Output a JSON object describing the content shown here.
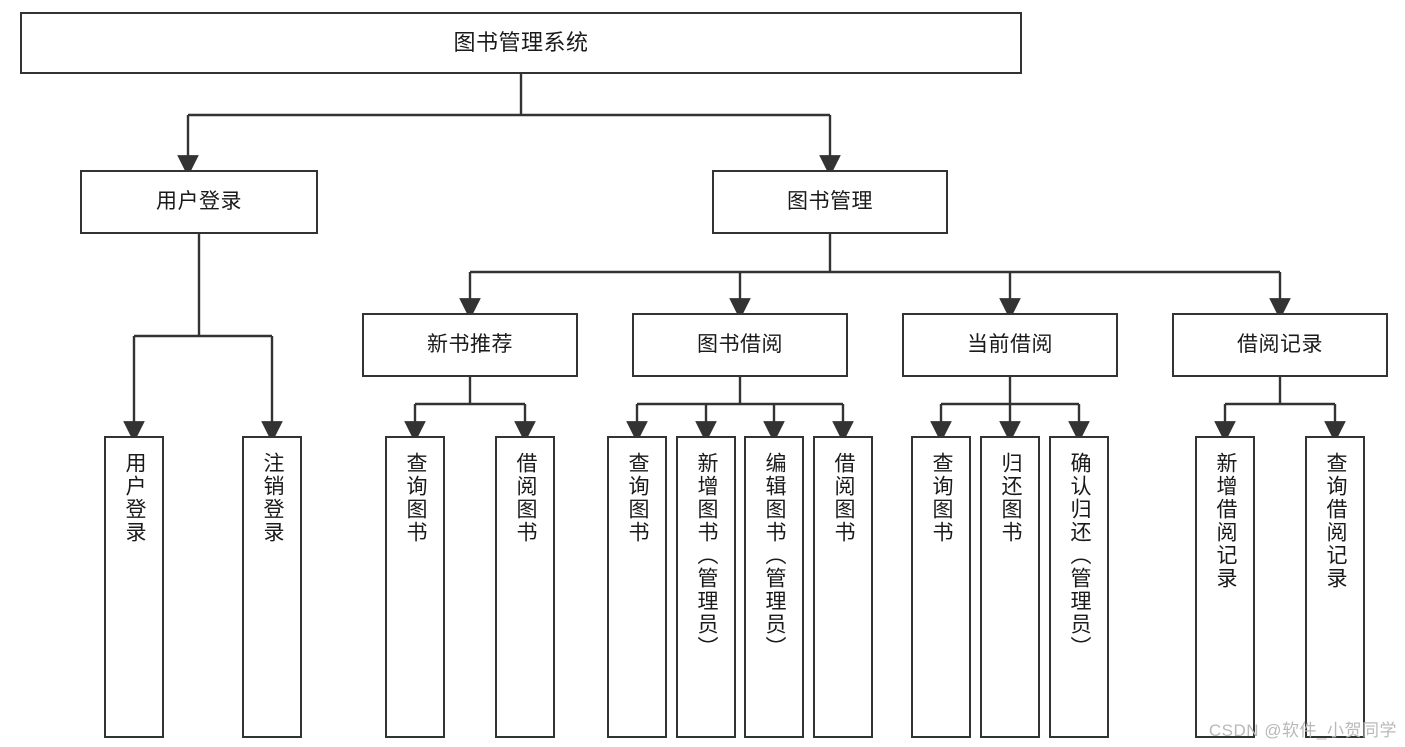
{
  "diagram": {
    "title": "图书管理系统",
    "type": "hierarchy-tree",
    "watermark": "CSDN @软件_小贺同学",
    "colors": {
      "stroke": "#333333",
      "fill": "#ffffff",
      "text": "#1a1a1a",
      "watermark": "#b9b9b9"
    },
    "root": {
      "label": "图书管理系统"
    },
    "level1": [
      {
        "label": "用户登录"
      },
      {
        "label": "图书管理"
      }
    ],
    "level2": [
      {
        "label": "新书推荐"
      },
      {
        "label": "图书借阅"
      },
      {
        "label": "当前借阅"
      },
      {
        "label": "借阅记录"
      }
    ],
    "leaves": {
      "user_login": [
        {
          "label": "用户登录"
        },
        {
          "label": "注销登录"
        }
      ],
      "new_book": [
        {
          "label": "查询图书"
        },
        {
          "label": "借阅图书"
        }
      ],
      "book_borrow": [
        {
          "label": "查询图书"
        },
        {
          "label": "新增图书（管理员）"
        },
        {
          "label": "编辑图书（管理员）"
        },
        {
          "label": "借阅图书"
        }
      ],
      "current_borrow": [
        {
          "label": "查询图书"
        },
        {
          "label": "归还图书"
        },
        {
          "label": "确认归还（管理员）"
        }
      ],
      "borrow_record": [
        {
          "label": "新增借阅记录"
        },
        {
          "label": "查询借阅记录"
        }
      ]
    }
  }
}
